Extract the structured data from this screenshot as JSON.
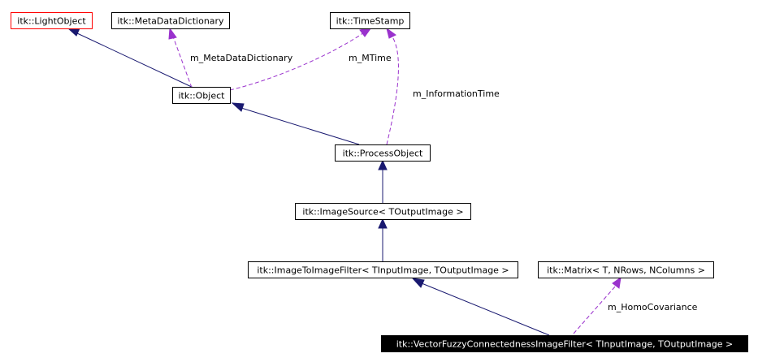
{
  "nodes": {
    "light_object": "itk::LightObject",
    "metadata_dictionary": "itk::MetaDataDictionary",
    "time_stamp": "itk::TimeStamp",
    "object": "itk::Object",
    "process_object": "itk::ProcessObject",
    "image_source": "itk::ImageSource< TOutputImage >",
    "image_to_image_filter": "itk::ImageToImageFilter< TInputImage, TOutputImage >",
    "matrix": "itk::Matrix< T, NRows, NColumns >",
    "vector_fuzzy_filter": "itk::VectorFuzzyConnectednessImageFilter< TInputImage, TOutputImage >"
  },
  "edge_labels": {
    "metadata_dictionary": "m_MetaDataDictionary",
    "mtime": "m_MTime",
    "information_time": "m_InformationTime",
    "homo_covariance": "m_HomoCovariance"
  },
  "colors": {
    "inheritance_edge": "#191970",
    "member_edge": "#9a32cd",
    "highlight_node_border": "#ff0000",
    "current_node_fill": "#000000"
  }
}
